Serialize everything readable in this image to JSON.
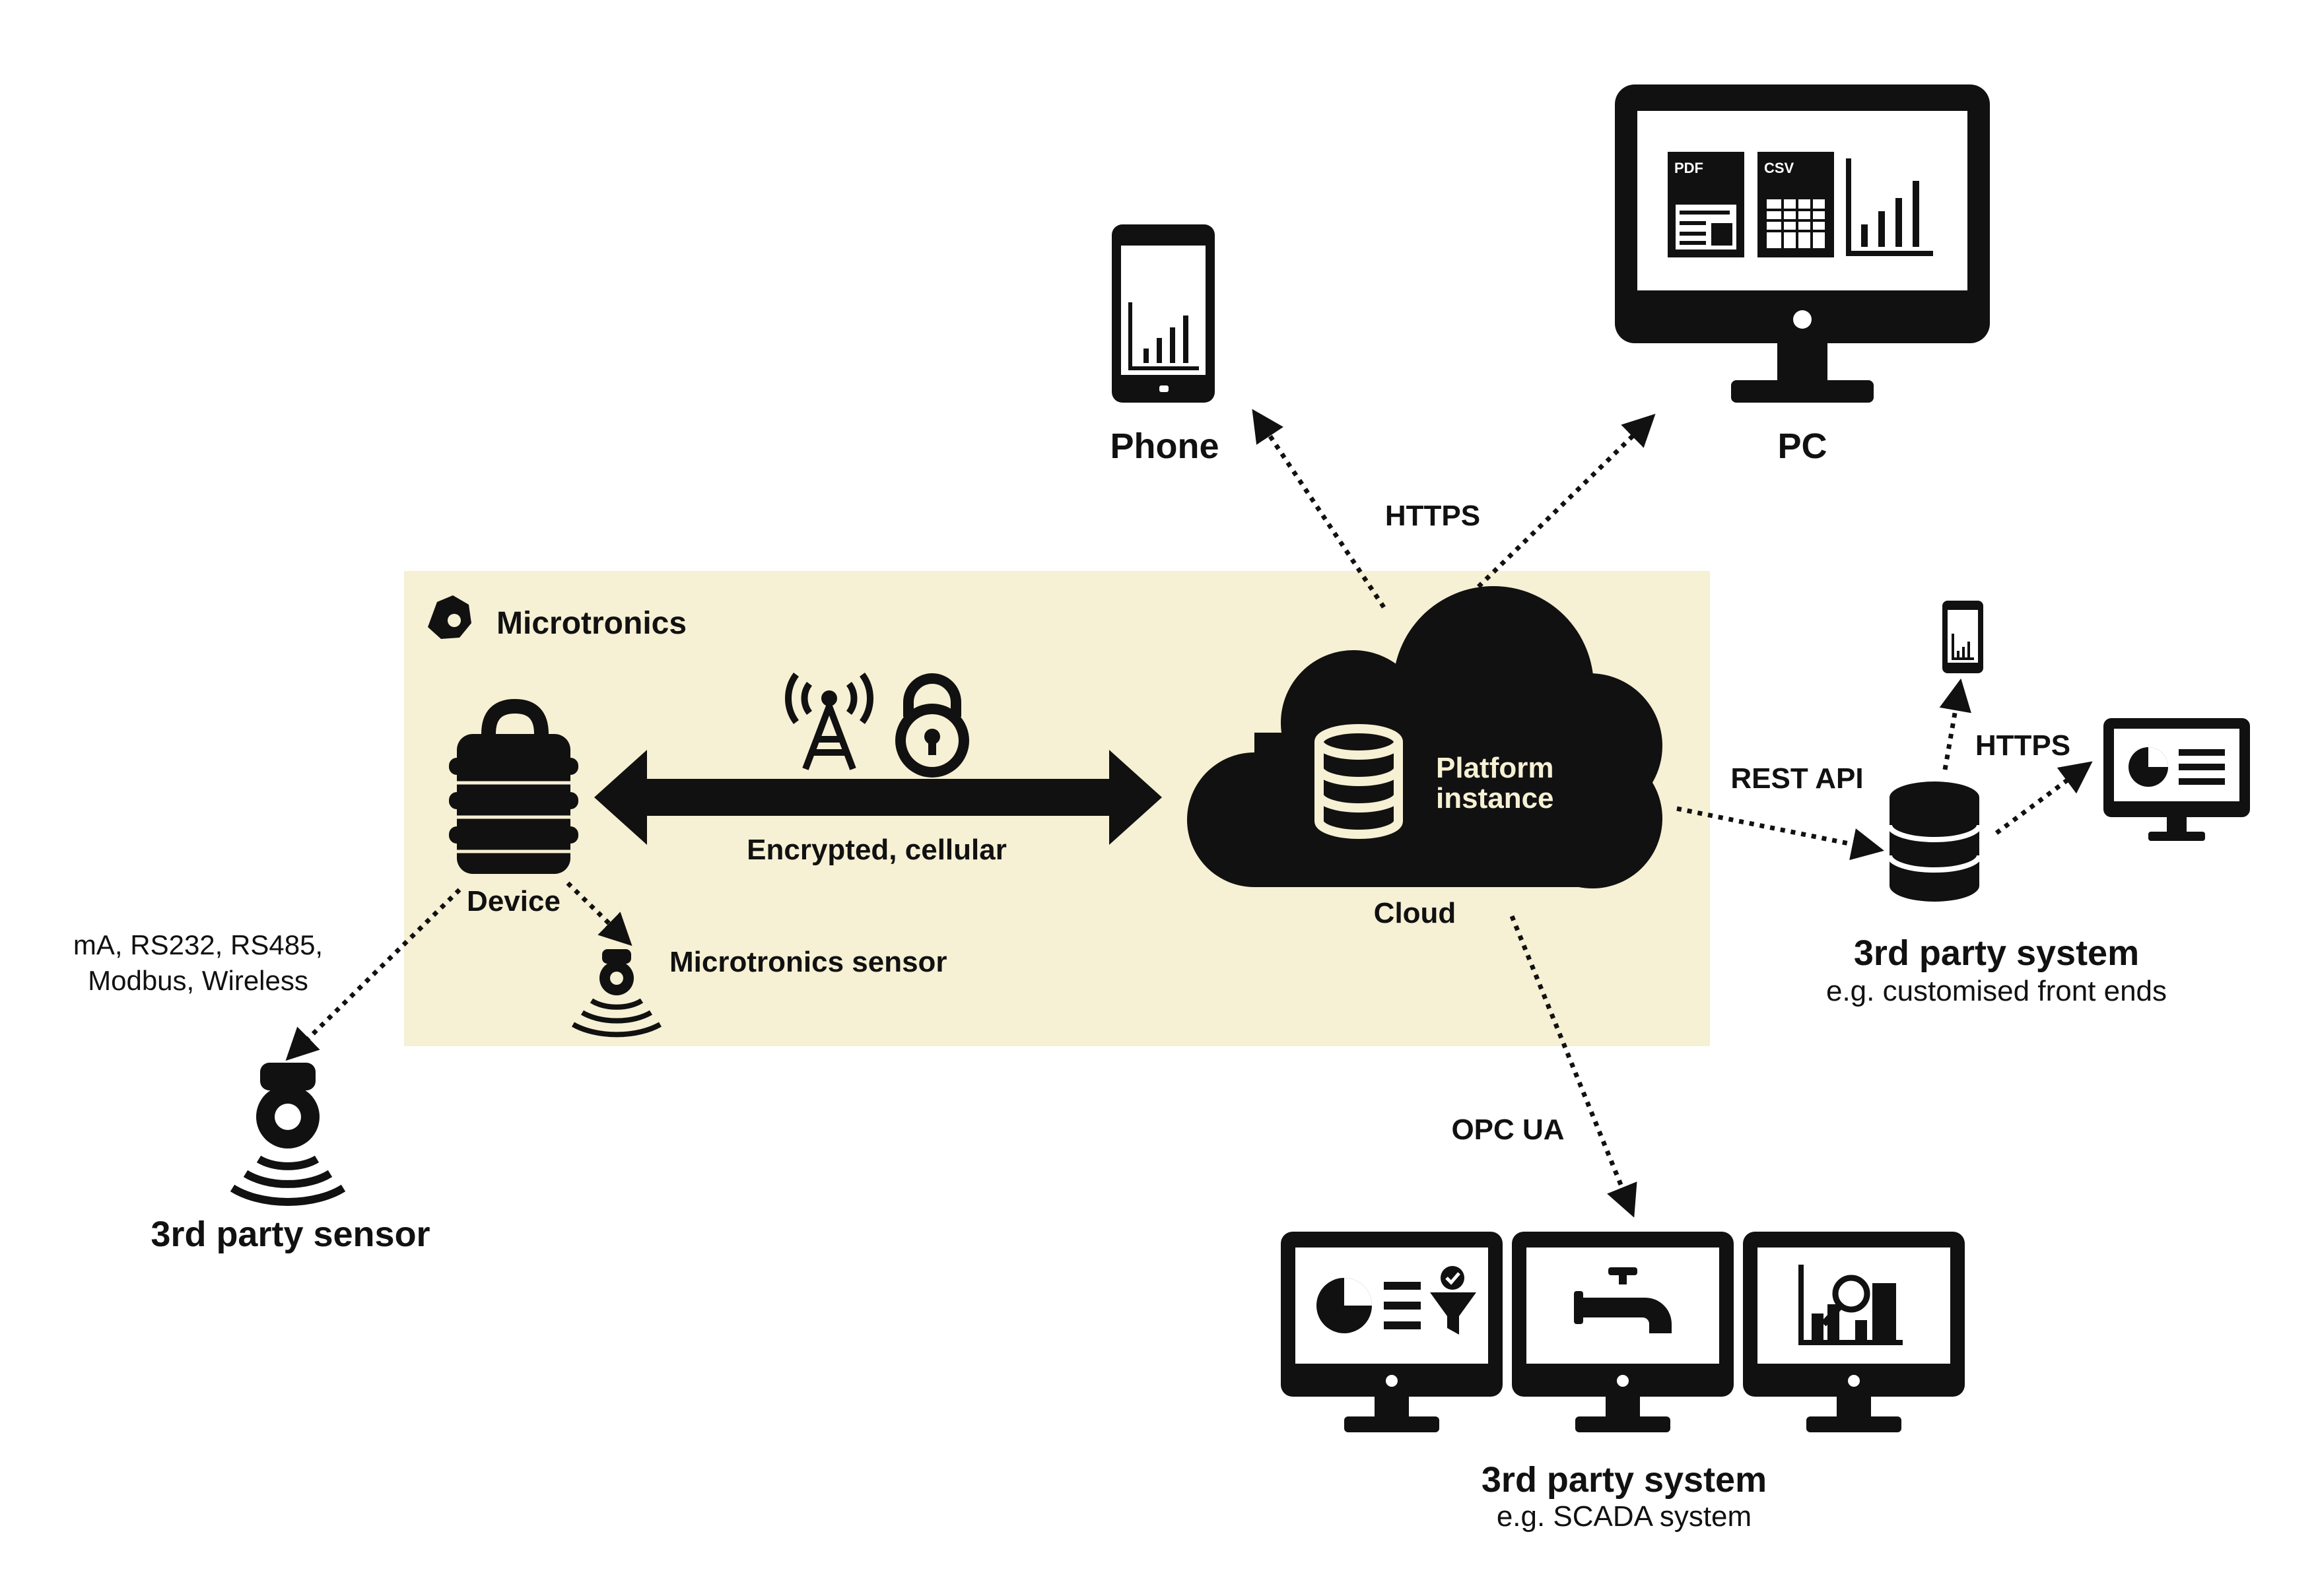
{
  "brand": {
    "name": "Microtronics",
    "logo_icon": "microtronics-logo-icon"
  },
  "colors": {
    "ink": "#111111",
    "zone_fill": "#f6f0d4",
    "cloud_text": "#f6f0d4"
  },
  "nodes": {
    "phone": {
      "label": "Phone"
    },
    "pc": {
      "label": "PC",
      "doc_labels": [
        "PDF",
        "CSV"
      ]
    },
    "device": {
      "label": "Device"
    },
    "cloud": {
      "label": "Cloud",
      "platform_line1": "Platform",
      "platform_line2": "instance"
    },
    "mt_sensor": {
      "label": "Microtronics sensor"
    },
    "third_sensor": {
      "label": "3rd party sensor"
    },
    "third_system_api": {
      "title": "3rd party system",
      "subtitle": "e.g. customised front ends"
    },
    "third_system_scada": {
      "title": "3rd party system",
      "subtitle": "e.g. SCADA system"
    }
  },
  "links": {
    "https_top": "HTTPS",
    "encrypted": "Encrypted, cellular",
    "rest_api": "REST API",
    "https_right": "HTTPS",
    "opc_ua": "OPC UA",
    "protocols_line1": "mA, RS232, RS485,",
    "protocols_line2": "Modbus, Wireless"
  },
  "icons": [
    "cell-tower-icon",
    "padlock-icon",
    "database-icon",
    "smartphone-icon",
    "monitor-icon",
    "sensor-icon",
    "chart-icon",
    "pie-chart-icon",
    "faucet-icon",
    "magnifier-icon",
    "filter-icon"
  ]
}
